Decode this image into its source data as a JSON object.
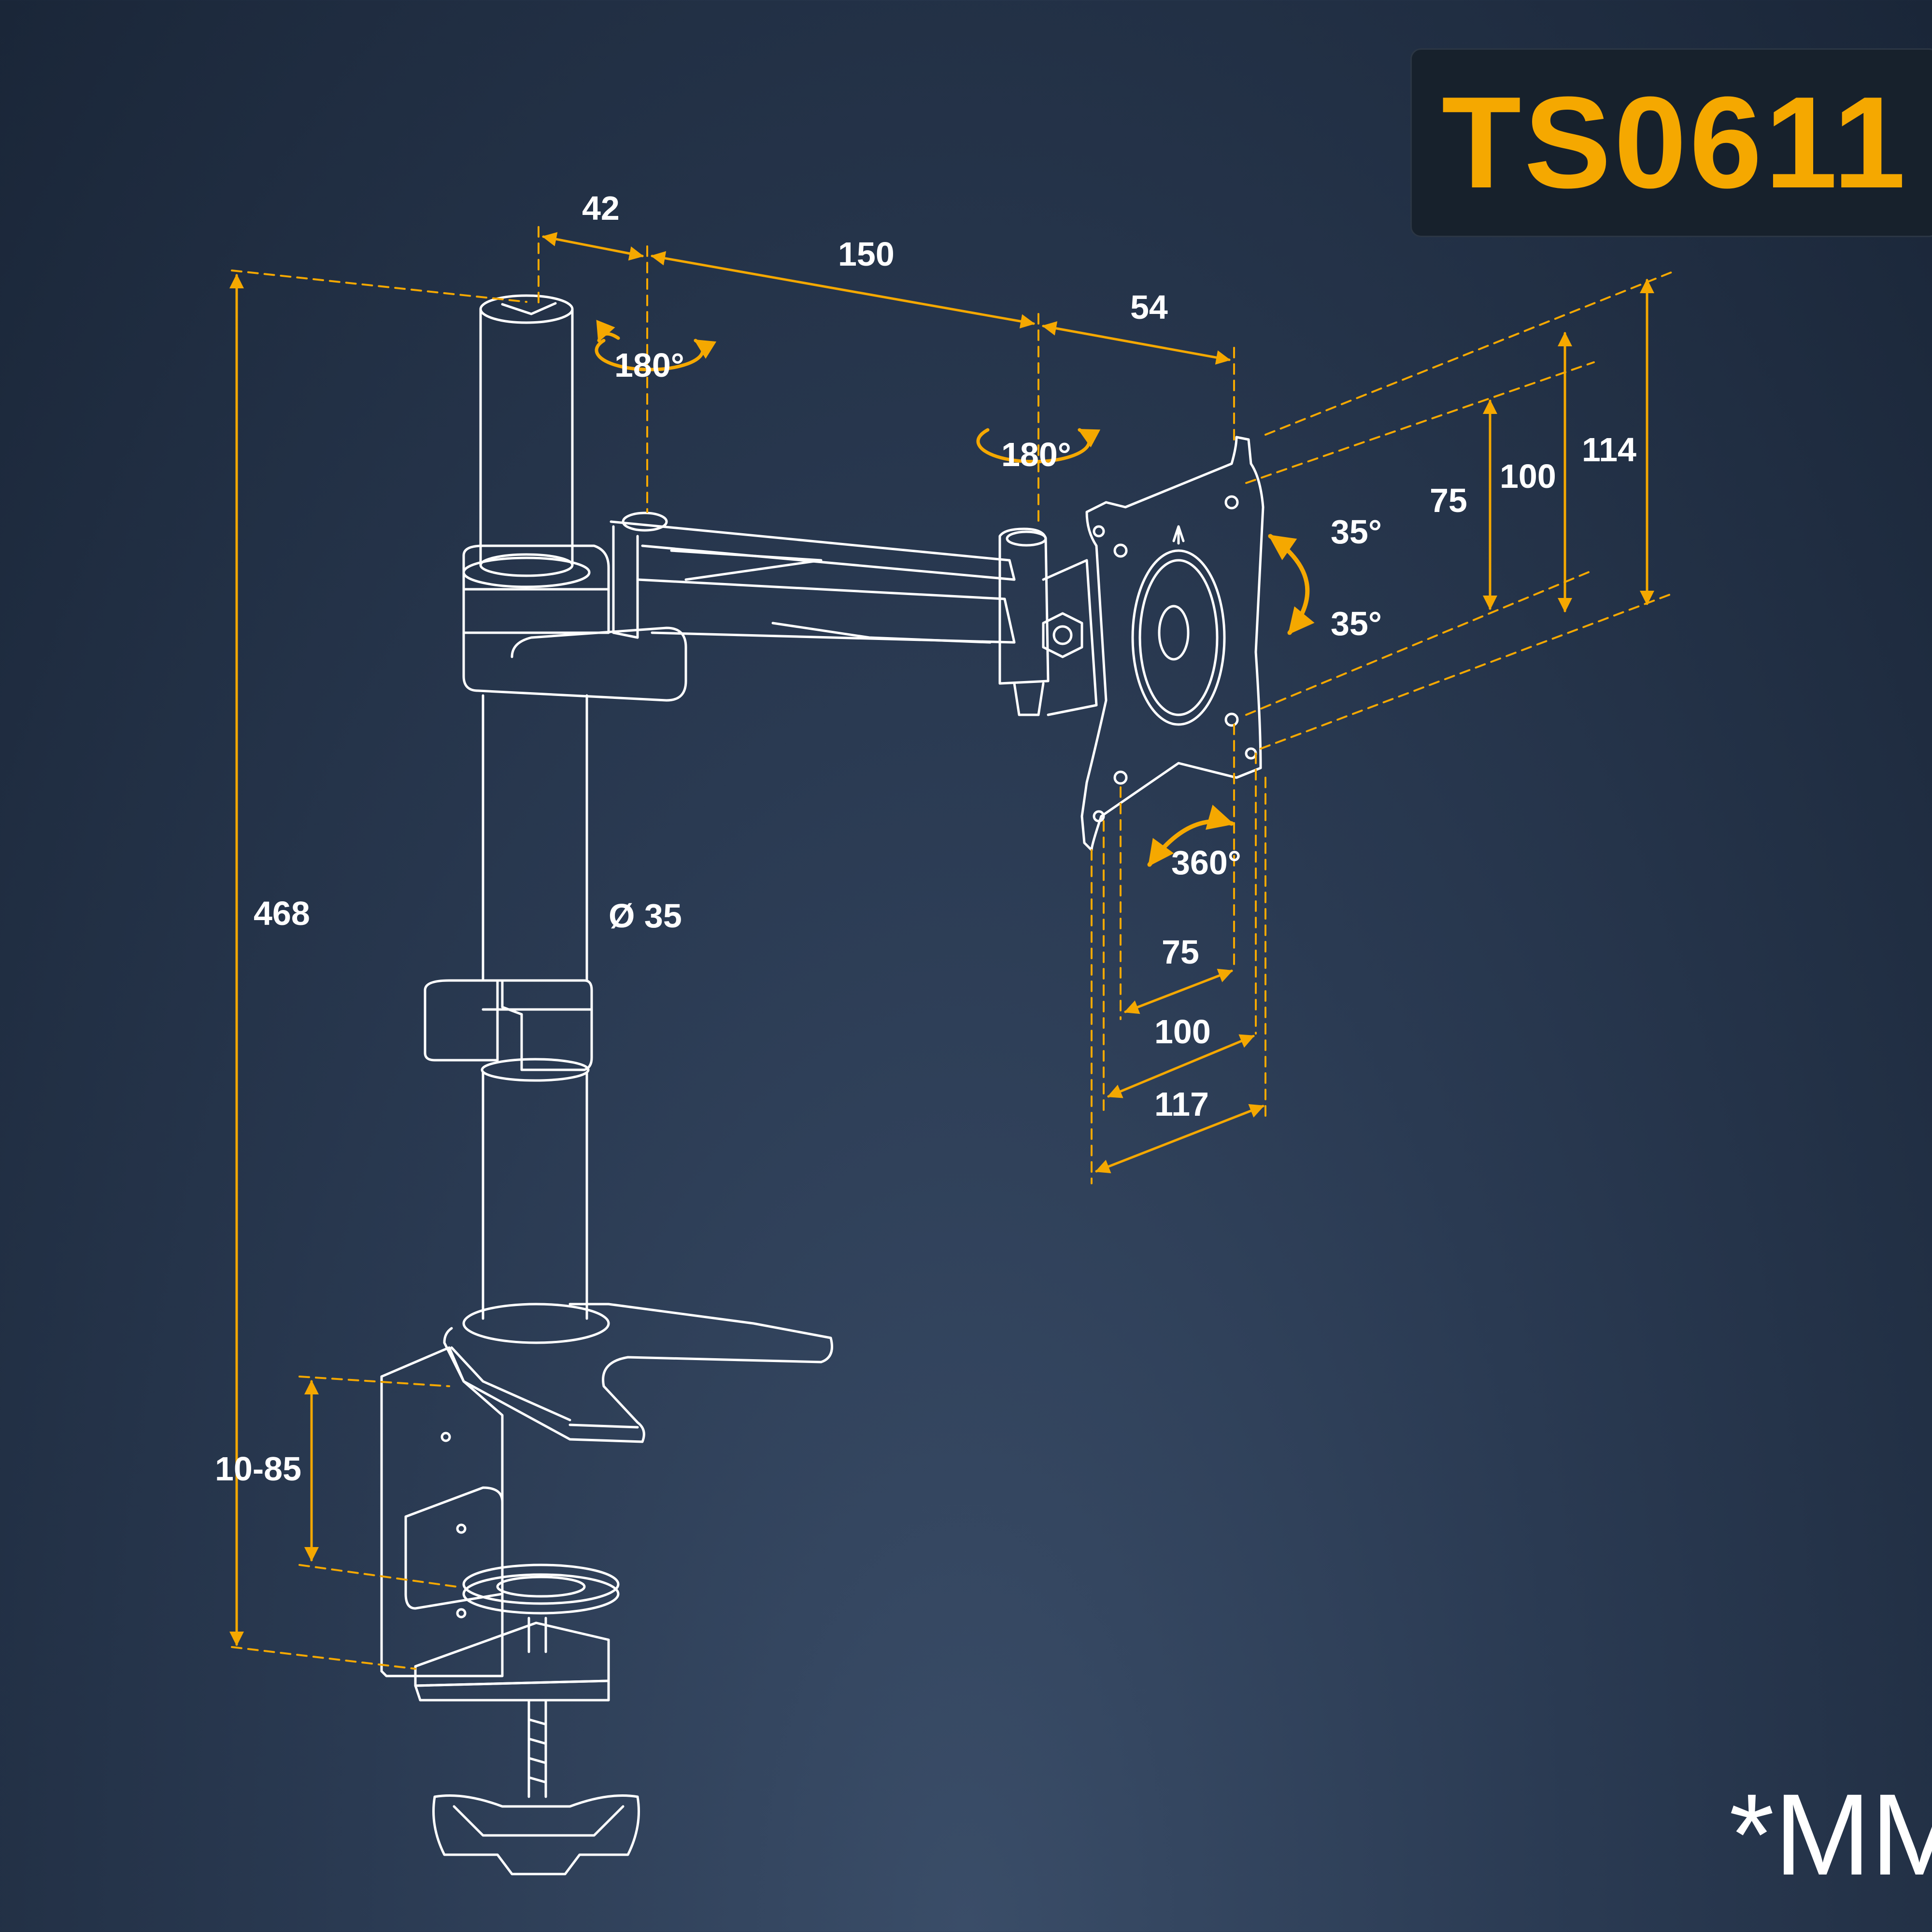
{
  "model": "TS0611",
  "units_note": "*MM",
  "colors": {
    "accent": "#f5a800",
    "line": "#ffffff",
    "background_top": "#1a2638",
    "background_bottom": "#3a4d68",
    "badge_background": "#17212c"
  },
  "dimensions": {
    "pole_diameter": "42",
    "arm_length": "150",
    "joint_to_plate": "54",
    "total_height": "468",
    "clamp_range": "10-85",
    "pole_tube": "Ø 35",
    "vesa_v_75": "75",
    "vesa_v_100": "100",
    "plate_height_114": "114",
    "vesa_h_75": "75",
    "vesa_h_100": "100",
    "plate_width_117": "117"
  },
  "rotations": {
    "pole_swivel": "180°",
    "arm_swivel": "180°",
    "tilt_up": "35°",
    "tilt_down": "35°",
    "rotation": "360°"
  }
}
